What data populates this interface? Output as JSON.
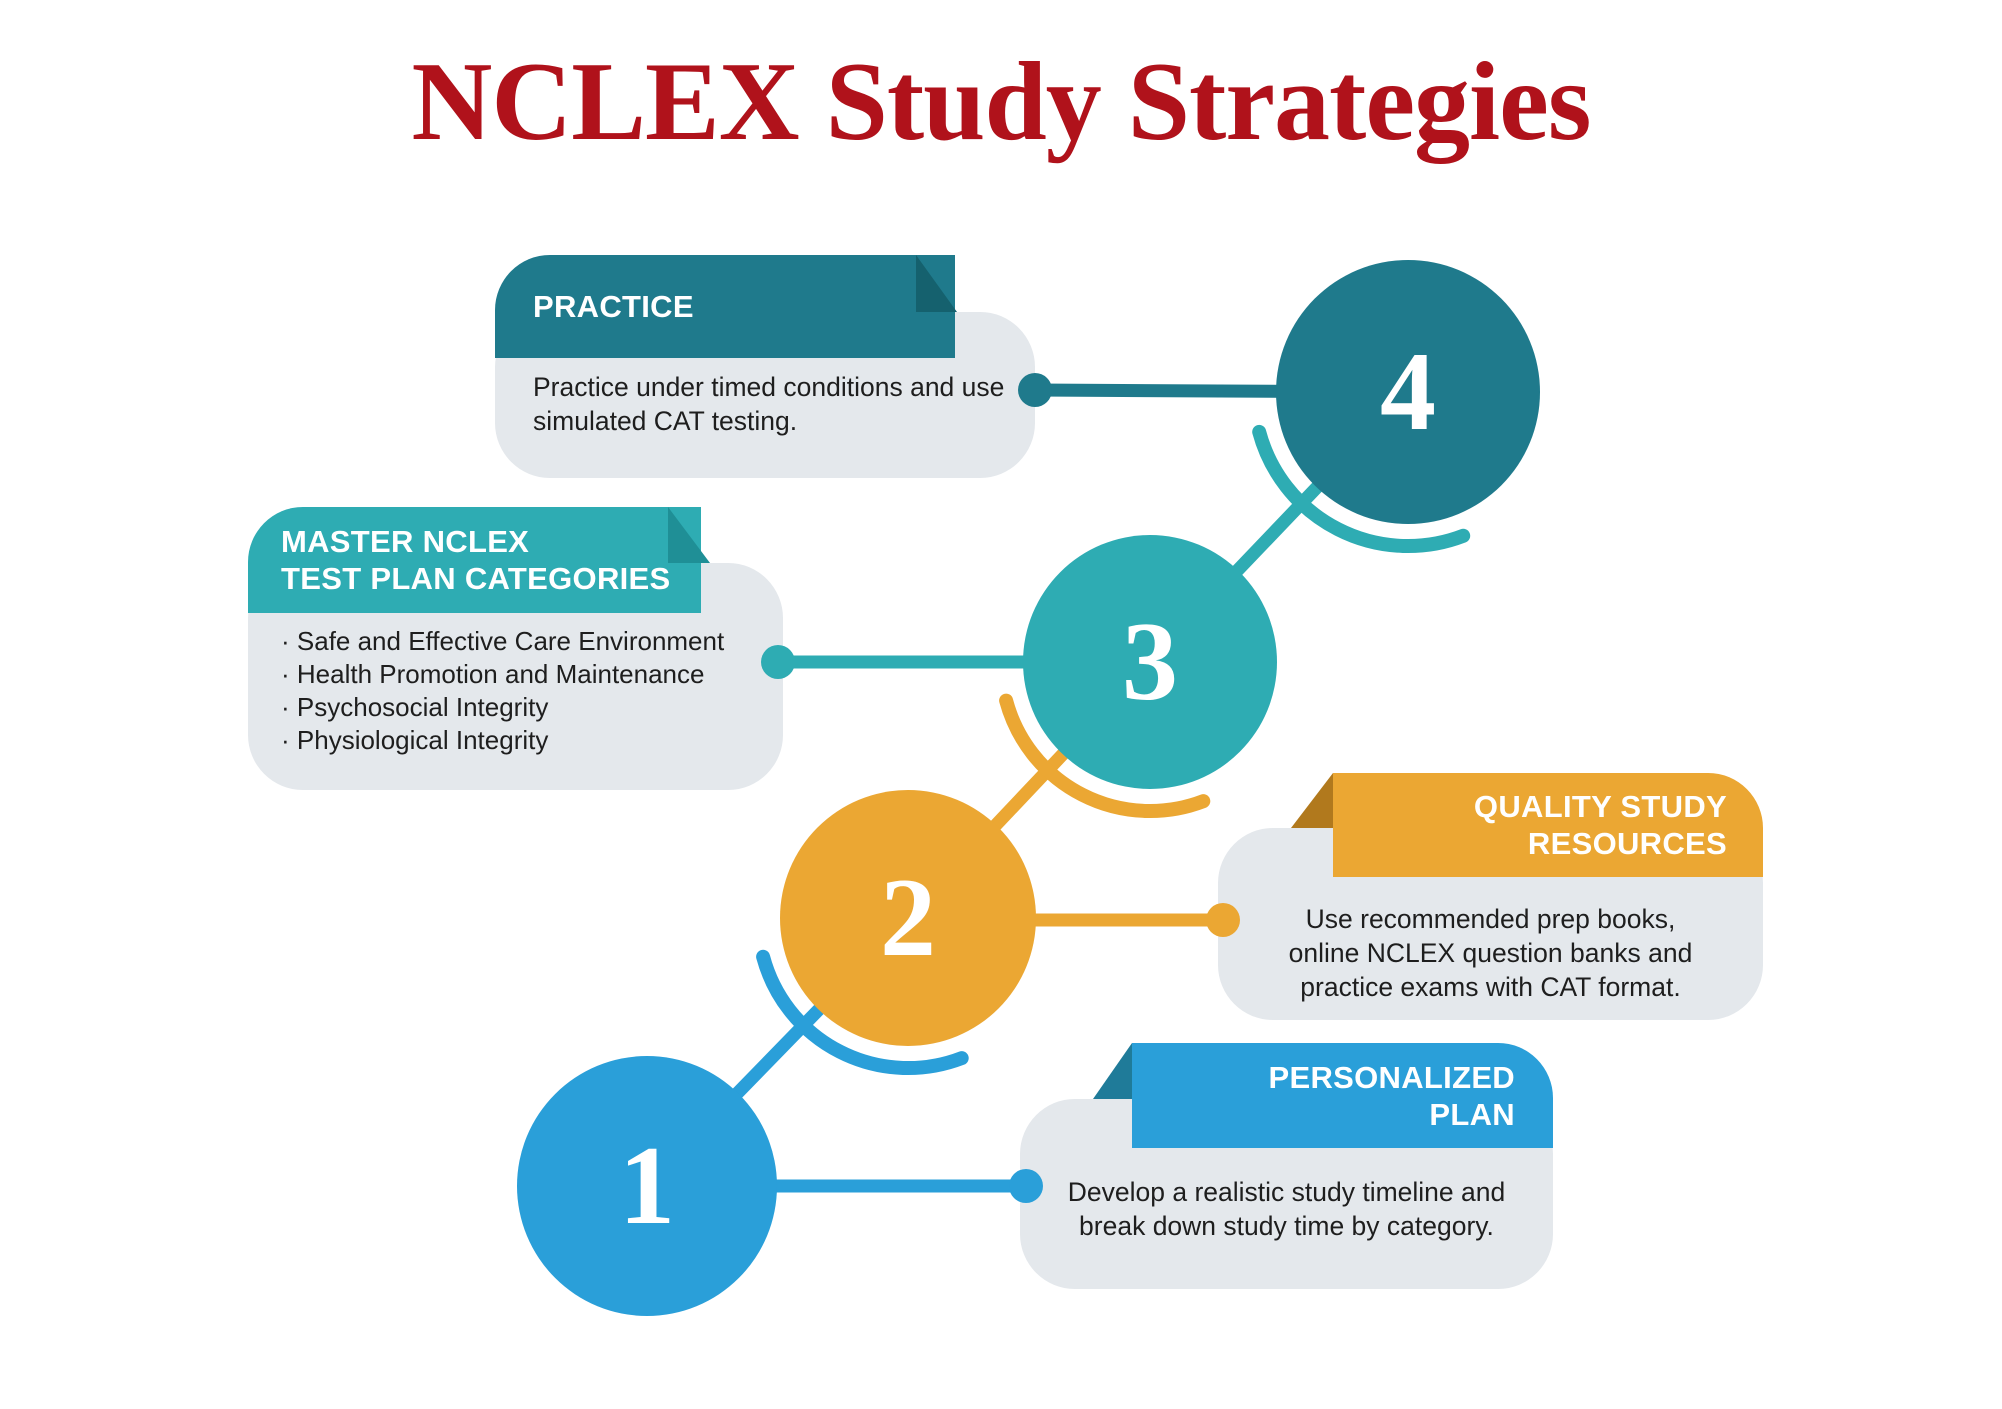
{
  "title": "NCLEX Study Strategies",
  "palette": {
    "red": "#B0121B",
    "teal_dark": "#1F7A8C",
    "teal_dark_fold": "#15616E",
    "teal": "#2EACB3",
    "teal_fold": "#1F8F96",
    "yellow": "#EBA733",
    "yellow_fold": "#B1791D",
    "blue": "#2A9FD9",
    "blue_fold": "#1F7B99",
    "card_bg": "#E4E8EC",
    "ink": "#1E1E1E",
    "number_color": "#FFFFFF"
  },
  "steps": [
    {
      "number": "1",
      "header_lines": [
        "PERSONALIZED",
        "PLAN"
      ],
      "desc_lines": [
        "Develop a realistic study timeline and",
        "break down study time by category."
      ]
    },
    {
      "number": "2",
      "header_lines": [
        "QUALITY STUDY",
        "RESOURCES"
      ],
      "desc_lines": [
        "Use recommended prep books,",
        "online NCLEX question banks and",
        "practice exams with CAT format."
      ]
    },
    {
      "number": "3",
      "header_lines": [
        "MASTER NCLEX",
        "TEST PLAN CATEGORIES"
      ],
      "bullets": [
        "Safe and Effective Care Environment",
        "Health Promotion and Maintenance",
        "Psychosocial Integrity",
        "Physiological Integrity"
      ]
    },
    {
      "number": "4",
      "header_lines": [
        "PRACTICE"
      ],
      "desc_lines": [
        "Practice under timed conditions and use",
        "simulated CAT testing."
      ]
    }
  ]
}
